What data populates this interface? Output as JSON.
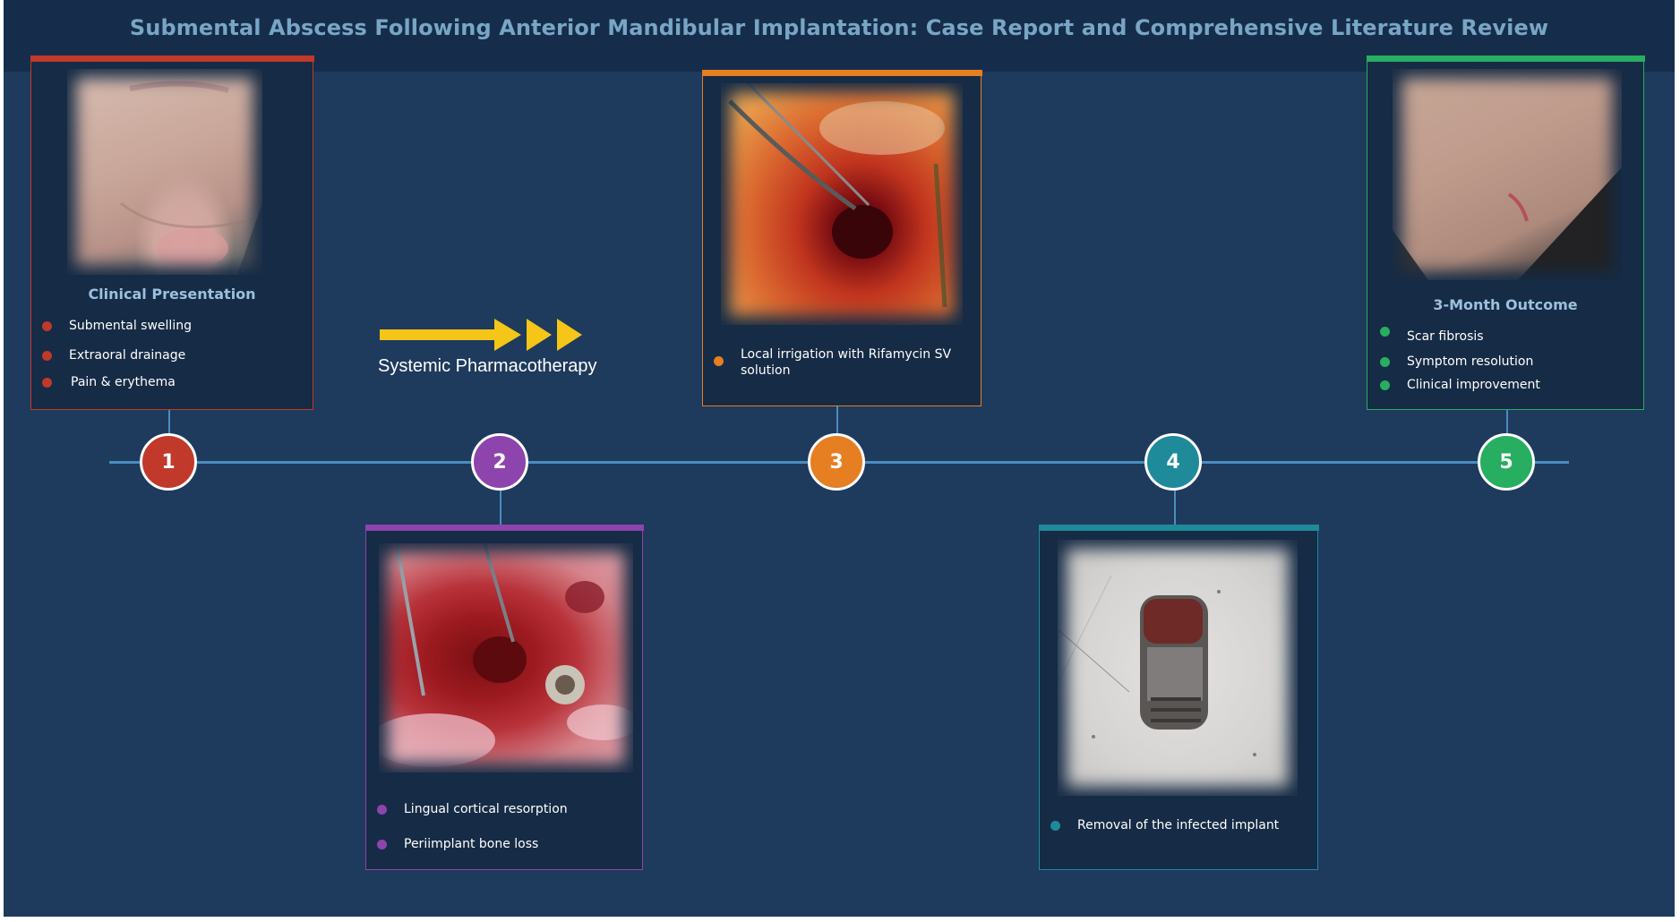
{
  "title": "Submental Abscess Following Anterior Mandibular Implantation: Case Report and Comprehensive Literature Review",
  "colors": {
    "background": "#1e3a5c",
    "title_bar": "#152d4b",
    "timeline": "#4a8dbf",
    "step1": "#c0392b",
    "step2": "#8e44ad",
    "step3": "#e67e22",
    "step4": "#1f8a9a",
    "step5": "#27ae60",
    "arrow": "#f5c518"
  },
  "steps": [
    {
      "number": "1",
      "title": "Clinical Presentation",
      "bullets": [
        "Submental swelling",
        "Extraoral drainage",
        "Pain & erythema"
      ],
      "photo": "submental-swelling-photo"
    },
    {
      "number": "2",
      "bullets": [
        "Lingual cortical resorption",
        "Periimplant bone loss"
      ],
      "photo": "surgical-site-with-implant-photo"
    },
    {
      "number": "3",
      "bullets": [
        "Local irrigation with Rifamycin SV solution"
      ],
      "photo": "surgical-cavity-photo"
    },
    {
      "number": "4",
      "bullets": [
        "Removal of the infected implant"
      ],
      "photo": "removed-implant-photo"
    },
    {
      "number": "5",
      "title": "3-Month Outcome",
      "bullets": [
        "Scar fibrosis",
        "Symptom resolution",
        "Clinical improvement"
      ],
      "photo": "healed-scar-photo"
    }
  ],
  "pharmacotherapy": {
    "label": "Systemic Pharmacotherapy",
    "icon": "triple-arrow-icon"
  }
}
